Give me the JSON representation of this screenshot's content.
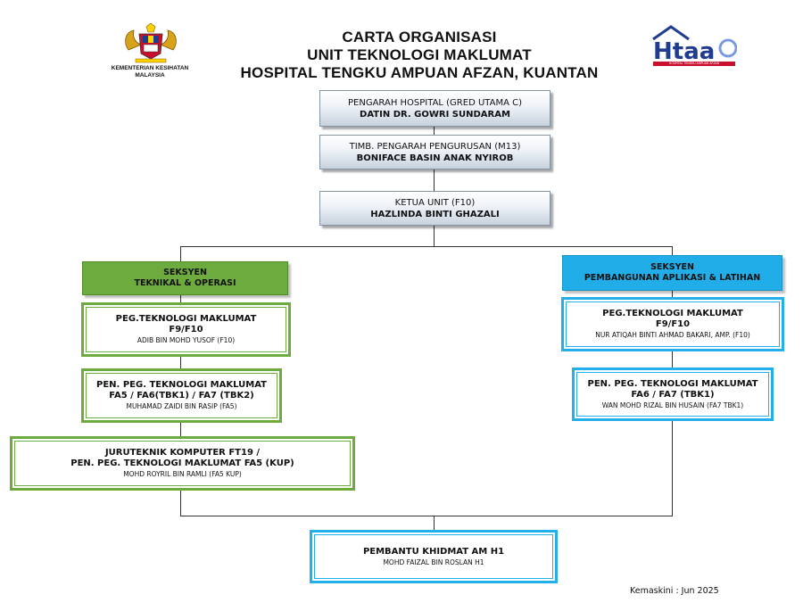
{
  "header": {
    "title_line1": "CARTA ORGANISASI",
    "title_line2": "UNIT TEKNOLOGI MAKLUMAT",
    "title_line3": "HOSPITAL TENGKU AMPUAN AFZAN, KUANTAN",
    "ministry_line1": "KEMENTERIAN KESIHATAN",
    "ministry_line2": "MALAYSIA",
    "logo_text": "Htaa",
    "logo_caption": "HOSPITAL TENGKU AMPUAN AFZAN"
  },
  "hierarchy": {
    "director": {
      "role": "PENGARAH HOSPITAL (GRED UTAMA C)",
      "name": "DATIN DR. GOWRI SUNDARAM"
    },
    "deputy": {
      "role": "TIMB. PENGARAH PENGURUSAN (M13)",
      "name": "BONIFACE BASIN ANAK NYIROB"
    },
    "head": {
      "role": "KETUA UNIT (F10)",
      "name": "HAZLINDA BINTI GHAZALI"
    }
  },
  "left_section": {
    "header_line1": "SEKSYEN",
    "header_line2": "TEKNIKAL & OPERASI",
    "color": "#6eab3e",
    "boxes": [
      {
        "title_line1": "PEG.TEKNOLOGI MAKLUMAT",
        "title_line2": "F9/F10",
        "name": "ADIB BIN MOHD YUSOF (F10)"
      },
      {
        "title_line1": "PEN. PEG. TEKNOLOGI MAKLUMAT",
        "title_line2": "FA5 / FA6(TBK1) / FA7 (TBK2)",
        "name": "MUHAMAD ZAIDI BIN RASIP (FA5)"
      },
      {
        "title_line1": "JURUTEKNIK KOMPUTER FT19 /",
        "title_line2": "PEN. PEG. TEKNOLOGI MAKLUMAT FA5 (KUP)",
        "name": "MOHD ROYRIL BIN RAMLI (FA5 KUP)"
      }
    ]
  },
  "right_section": {
    "header_line1": "SEKSYEN",
    "header_line2": "PEMBANGUNAN APLIKASI & LATIHAN",
    "color": "#21aee8",
    "boxes": [
      {
        "title_line1": "PEG.TEKNOLOGI MAKLUMAT",
        "title_line2": "F9/F10",
        "name": "NUR ATIQAH BINTI AHMAD BAKARI, AMP. (F10)"
      },
      {
        "title_line1": "PEN. PEG. TEKNOLOGI MAKLUMAT",
        "title_line2": "FA6 / FA7 (TBK1)",
        "name": "WAN MOHD RIZAL BIN HUSAIN (FA7 TBK1)"
      }
    ]
  },
  "bottom": {
    "title": "PEMBANTU KHIDMAT AM H1",
    "name": "MOHD FAIZAL BIN ROSLAN H1"
  },
  "footer": {
    "updated": "Kemaskini : Jun 2025"
  }
}
